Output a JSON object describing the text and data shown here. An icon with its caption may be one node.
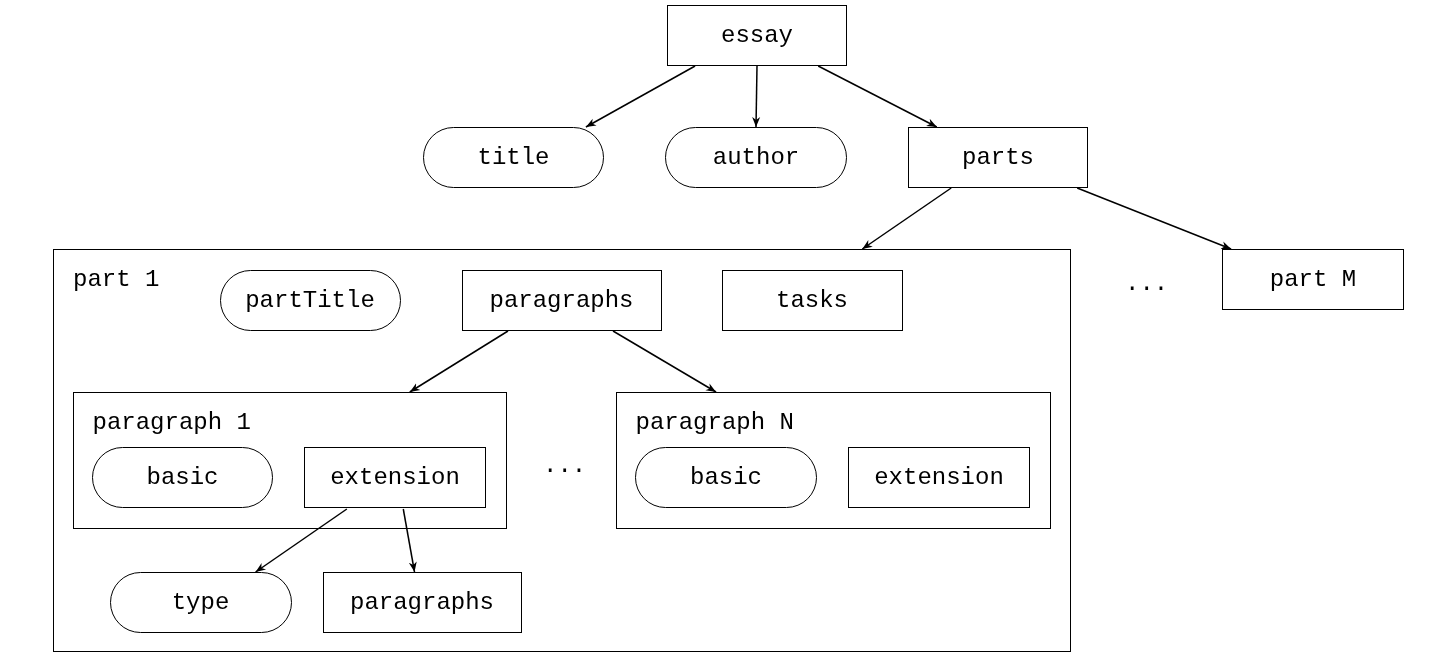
{
  "diagram": {
    "nodes": [
      {
        "text": [
          "essay"
        ]
      },
      {
        "text": [
          "title"
        ]
      },
      {
        "text": [
          "author"
        ]
      },
      {
        "text": [
          "parts"
        ]
      },
      {
        "text": [
          "part 1"
        ]
      },
      {
        "text": [
          "partTitle"
        ],
        "in": 4
      },
      {
        "text": [
          "paragraphs"
        ],
        "in": 4
      },
      {
        "text": [
          "tasks"
        ],
        "in": 4
      },
      {
        "text": [
          "paragraph 1"
        ],
        "in": 4
      },
      {
        "text": [
          "basic"
        ],
        "in": 8
      },
      {
        "text": [
          "extension"
        ],
        "in": 8
      },
      {
        "text": [
          "paragraph N"
        ],
        "in": 4
      },
      {
        "text": [
          "basic"
        ],
        "in": 11
      },
      {
        "text": [
          "extension"
        ],
        "in": 11
      },
      {
        "text": [
          "type"
        ],
        "in": 4
      },
      {
        "text": [
          "paragraphs"
        ],
        "in": 4
      },
      {
        "text": [
          "part M"
        ]
      }
    ],
    "edges": [
      {
        "from": 0,
        "to": 1,
        "arrow": "to"
      },
      {
        "from": 0,
        "to": 2,
        "arrow": "to"
      },
      {
        "from": 0,
        "to": 3,
        "arrow": "to"
      },
      {
        "from": 3,
        "to": 4,
        "arrow": "to"
      },
      {
        "from": 3,
        "to": 16,
        "arrow": "to"
      },
      {
        "from": 6,
        "to": 8,
        "arrow": "to"
      },
      {
        "from": 6,
        "to": 11,
        "arrow": "to"
      },
      {
        "from": 10,
        "to": 14,
        "arrow": "to"
      },
      {
        "from": 10,
        "to": 15,
        "arrow": "to"
      }
    ],
    "labels": [
      "...",
      "..."
    ]
  }
}
